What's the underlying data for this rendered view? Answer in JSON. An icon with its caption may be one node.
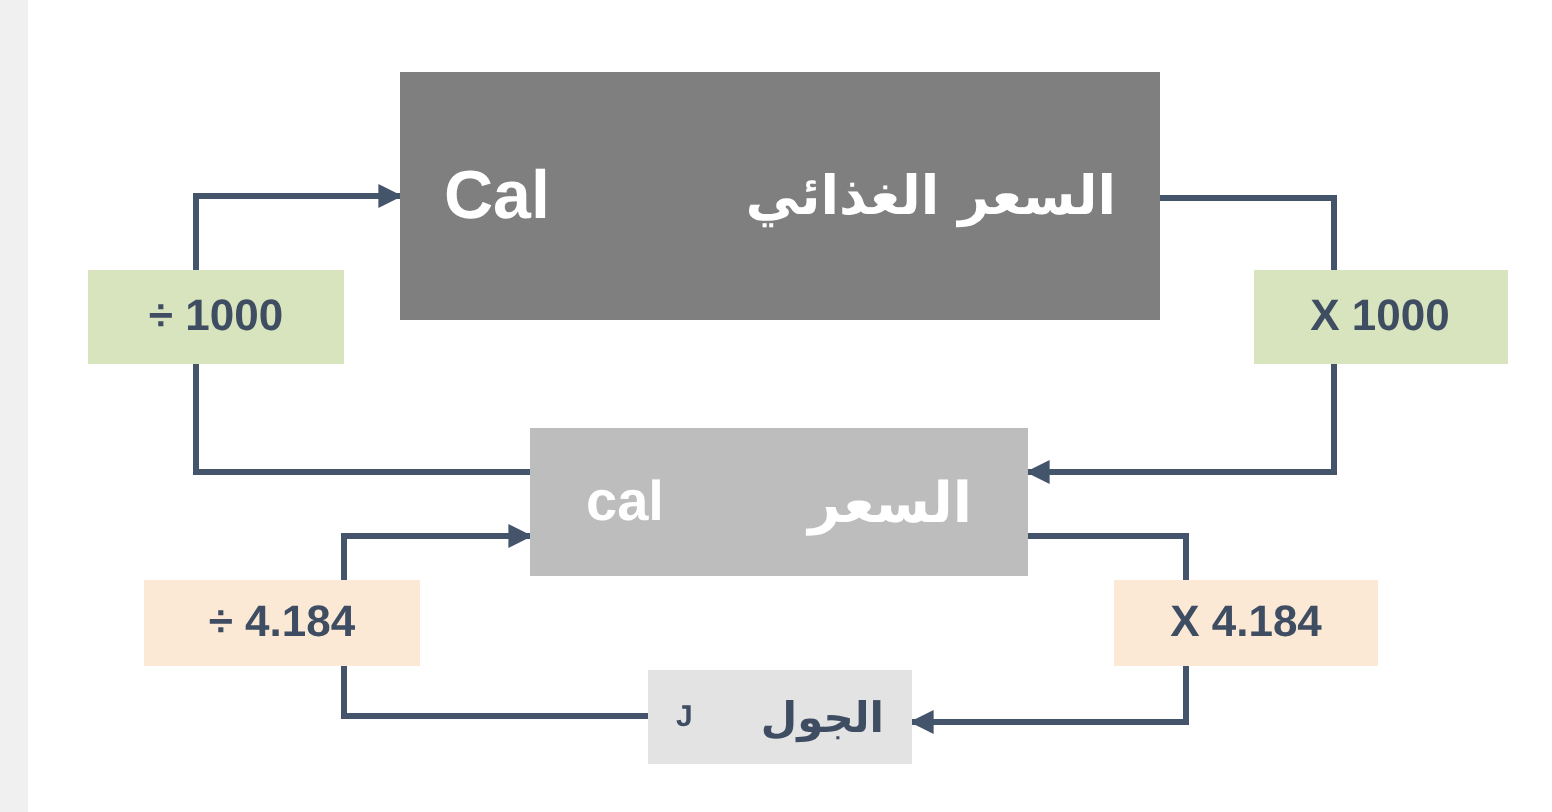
{
  "diagram": {
    "nodes": [
      {
        "text": [
          "السعر الغذائي",
          "Cal"
        ]
      },
      {
        "text": [
          "السعر",
          "cal"
        ]
      },
      {
        "text": [
          "الجول",
          "J"
        ]
      }
    ],
    "edges": [
      {
        "from": 1,
        "to": 0,
        "arrow": "to",
        "label": "÷ 1000"
      },
      {
        "from": 0,
        "to": 1,
        "arrow": "to",
        "label": "X 1000"
      },
      {
        "from": 2,
        "to": 1,
        "arrow": "to",
        "label": "÷ 4.184"
      },
      {
        "from": 1,
        "to": 2,
        "arrow": "to",
        "label": "X 4.184"
      }
    ]
  }
}
